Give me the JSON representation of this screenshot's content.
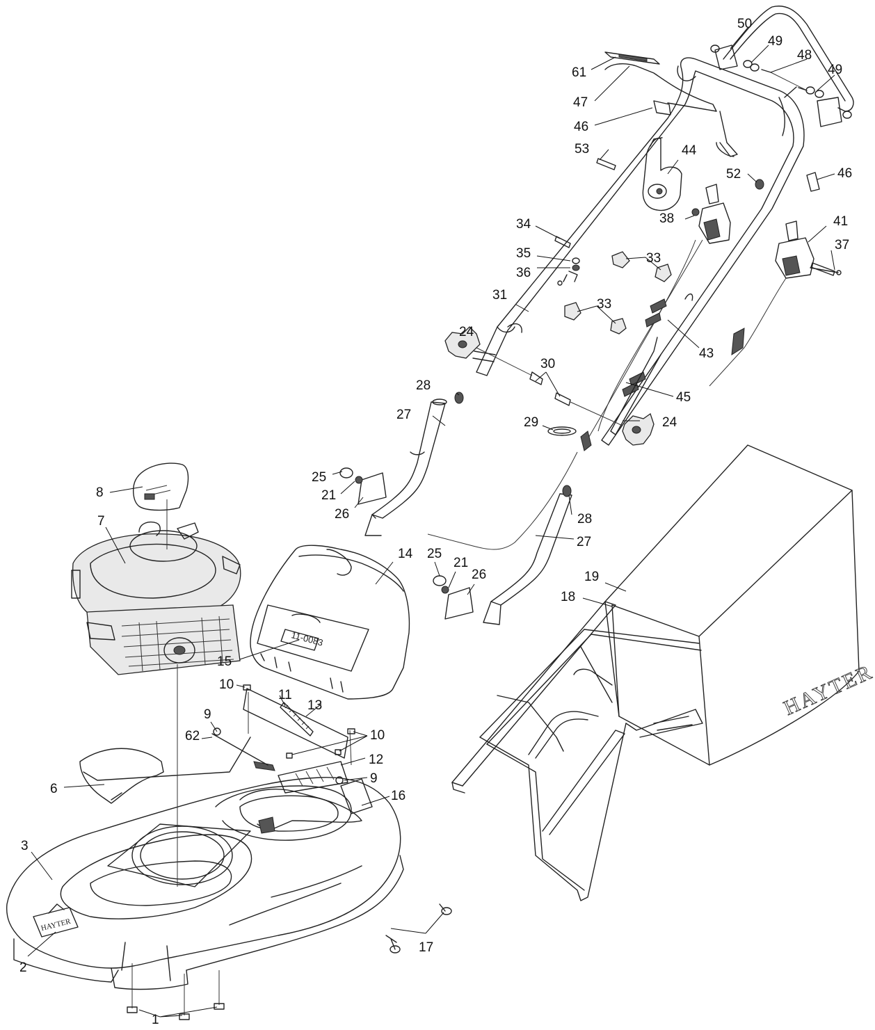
{
  "brand": {
    "box_text": "HAYTER",
    "deck_text": "HAYTER",
    "label_text": "11-0083"
  },
  "callouts": [
    "1",
    "2",
    "3",
    "6",
    "7",
    "8",
    "9",
    "9",
    "10",
    "10",
    "11",
    "12",
    "13",
    "14",
    "15",
    "16",
    "17",
    "18",
    "19",
    "21",
    "21",
    "24",
    "24",
    "25",
    "25",
    "26",
    "26",
    "27",
    "27",
    "28",
    "28",
    "29",
    "30",
    "31",
    "33",
    "33",
    "34",
    "35",
    "36",
    "37",
    "38",
    "41",
    "43",
    "44",
    "45",
    "46",
    "46",
    "47",
    "48",
    "49",
    "49",
    "50",
    "52",
    "53",
    "61",
    "62"
  ]
}
